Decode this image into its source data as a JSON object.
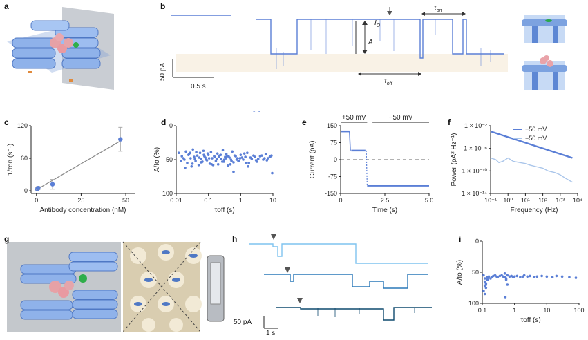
{
  "panels": {
    "a": {
      "label": "a"
    },
    "b": {
      "label": "b",
      "annot_io": "I",
      "annot_io_sub": "O",
      "annot_a": "A",
      "annot_ton": "τ",
      "annot_ton_sub": "on",
      "annot_toff": "τ",
      "annot_toff_sub": "off",
      "scale_current": "50 pA",
      "scale_time": "0.5 s"
    },
    "c": {
      "label": "c",
      "xlabel": "Antibody concentration (nM)",
      "ylabel": "1/τon (s⁻¹)"
    },
    "d": {
      "label": "d",
      "xlabel": "τoff (s)",
      "ylabel": "A/Io (%)"
    },
    "e": {
      "label": "e",
      "xlabel": "Time (s)",
      "ylabel": "Current (pA)",
      "seg1": "+50 mV",
      "seg2": "−50 mV"
    },
    "f": {
      "label": "f",
      "xlabel": "Frequency (Hz)",
      "ylabel": "Power (pA² Hz⁻¹)"
    },
    "g": {
      "label": "g"
    },
    "h": {
      "label": "h",
      "scale_current": "50 pA",
      "scale_time": "1 s"
    },
    "i": {
      "label": "i",
      "xlabel": "τoff (s)",
      "ylabel": "A/Io (%)"
    }
  },
  "chart_data": [
    {
      "id": "c",
      "type": "scatter",
      "x": [
        0.5,
        1,
        9,
        47
      ],
      "y": [
        3,
        5,
        12,
        95
      ],
      "yerr": [
        3,
        3,
        9,
        22
      ],
      "fit": {
        "x": [
          0,
          47
        ],
        "y": [
          2,
          92
        ]
      },
      "xticks": [
        0,
        25,
        50
      ],
      "yticks": [
        0,
        60,
        120
      ],
      "xlim": [
        -3,
        55
      ],
      "ylim": [
        -5,
        120
      ],
      "xlabel": "Antibody concentration (nM)",
      "ylabel": "1/τon (s⁻¹)"
    },
    {
      "id": "d",
      "type": "scatter",
      "xscale": "log",
      "xlim": [
        0.01,
        10
      ],
      "ylim": [
        0,
        100
      ],
      "y_inverted": true,
      "xticks": [
        0.01,
        0.1,
        1,
        10
      ],
      "xtick_labels": [
        "0.01",
        "0.1",
        "1",
        "10"
      ],
      "yticks": [
        0,
        50,
        100
      ],
      "xlabel": "τoff (s)",
      "ylabel": "A/Io (%)",
      "x": [
        0.012,
        0.015,
        0.018,
        0.02,
        0.022,
        0.025,
        0.028,
        0.03,
        0.033,
        0.036,
        0.04,
        0.045,
        0.05,
        0.055,
        0.06,
        0.065,
        0.07,
        0.08,
        0.09,
        0.1,
        0.11,
        0.12,
        0.13,
        0.15,
        0.17,
        0.19,
        0.2,
        0.22,
        0.25,
        0.28,
        0.3,
        0.33,
        0.36,
        0.4,
        0.45,
        0.5,
        0.55,
        0.6,
        0.7,
        0.8,
        0.9,
        1.0,
        1.2,
        1.4,
        1.6,
        1.8,
        2.0,
        2.5,
        3.0,
        3.5,
        4.0,
        5.0,
        6.0,
        7.0,
        8.0,
        9.0,
        0.014,
        0.017,
        0.024,
        0.032,
        0.042,
        0.052,
        0.062,
        0.075,
        0.085,
        0.095,
        0.14,
        0.16,
        0.18,
        0.24,
        0.27,
        0.35,
        0.42,
        0.48,
        0.65,
        0.75,
        0.85,
        1.1,
        1.3,
        1.5,
        2.2,
        2.8,
        3.2,
        4.5,
        5.5,
        6.5,
        8.5,
        0.019,
        0.027,
        0.038,
        0.058,
        0.072,
        0.105,
        0.125,
        0.21,
        0.31,
        0.38,
        0.52,
        0.95,
        1.7,
        2.6,
        3.8
      ],
      "y": [
        40,
        45,
        50,
        38,
        55,
        42,
        48,
        60,
        35,
        46,
        52,
        44,
        58,
        40,
        49,
        53,
        37,
        47,
        51,
        43,
        56,
        39,
        48,
        45,
        52,
        41,
        57,
        44,
        49,
        36,
        53,
        46,
        42,
        59,
        47,
        50,
        38,
        54,
        45,
        48,
        52,
        43,
        50,
        46,
        40,
        55,
        47,
        44,
        51,
        49,
        45,
        50,
        42,
        48,
        46,
        44,
        52,
        48,
        43,
        56,
        39,
        47,
        54,
        45,
        50,
        41,
        58,
        46,
        49,
        43,
        53,
        48,
        45,
        57,
        44,
        50,
        52,
        47,
        41,
        55,
        49,
        46,
        53,
        44,
        48,
        51,
        45,
        62,
        40,
        49,
        54,
        43,
        48,
        57,
        46,
        50,
        45,
        52,
        48,
        60
      ],
      "outliers": [
        {
          "x": 9.5,
          "y": 70
        },
        {
          "x": 0.6,
          "y": 68
        }
      ]
    },
    {
      "id": "e",
      "type": "line",
      "xlim": [
        0,
        5
      ],
      "ylim": [
        -150,
        150
      ],
      "xticks": [
        0,
        2.5,
        5.0
      ],
      "xtick_labels": [
        "0",
        "2.5",
        "5.0"
      ],
      "yticks": [
        -150,
        -75,
        0,
        75,
        150
      ],
      "xlabel": "Time (s)",
      "ylabel": "Current (pA)",
      "segments": [
        {
          "x": [
            0.0,
            0.5
          ],
          "y": [
            125,
            125
          ]
        },
        {
          "x": [
            0.6,
            1.4
          ],
          "y": [
            40,
            40
          ]
        },
        {
          "x": [
            1.5,
            5.0
          ],
          "y": [
            -115,
            -115
          ]
        }
      ],
      "zero_line_dashed": true
    },
    {
      "id": "f",
      "type": "line",
      "xscale": "log",
      "yscale": "log",
      "xlim": [
        0.1,
        10000
      ],
      "ylim": [
        1e-14,
        0.01
      ],
      "xticks": [
        0.1,
        1,
        10,
        100,
        1000,
        10000
      ],
      "xtick_labels": [
        "10⁻¹",
        "10⁰",
        "10¹",
        "10²",
        "10³",
        "10⁴"
      ],
      "yticks": [
        1e-14,
        1e-10,
        1e-06,
        0.01
      ],
      "ytick_labels": [
        "1 × 10⁻¹⁴",
        "1 × 10⁻¹⁰",
        "1 × 10⁻⁶",
        "1 × 10⁻²"
      ],
      "xlabel": "Frequency (Hz)",
      "ylabel": "Power (pA² Hz⁻¹)",
      "series": [
        {
          "name": "+50 mV",
          "color": "#5b7fd6",
          "x": [
            0.1,
            0.2,
            0.5,
            1,
            2,
            5,
            10,
            20,
            50,
            100,
            200,
            500,
            1000,
            2000,
            5000
          ],
          "y": [
            0.001,
            0.0005,
            0.0002,
            0.0001,
            5e-05,
            2e-05,
            1e-05,
            5e-06,
            2e-06,
            1e-06,
            5e-07,
            2e-07,
            1e-07,
            5e-08,
            2e-08
          ]
        },
        {
          "name": "−50 mV",
          "color": "#a9c5ea",
          "x": [
            0.1,
            0.2,
            0.3,
            0.5,
            1,
            2,
            5,
            10,
            20,
            50,
            100,
            200,
            500,
            1000,
            2000,
            5000
          ],
          "y": [
            2e-08,
            1e-08,
            3e-09,
            5e-09,
            2e-08,
            5e-09,
            3e-09,
            2e-09,
            1e-09,
            5e-10,
            3e-10,
            1e-10,
            5e-11,
            2e-11,
            5e-12,
            1e-12
          ]
        }
      ]
    },
    {
      "id": "i",
      "type": "scatter",
      "xscale": "log",
      "xlim": [
        0.1,
        100
      ],
      "ylim": [
        0,
        100
      ],
      "y_inverted": true,
      "xticks": [
        0.1,
        1,
        10,
        100
      ],
      "xtick_labels": [
        "0.1",
        "1",
        "10",
        "100"
      ],
      "yticks": [
        0,
        50,
        100
      ],
      "xlabel": "τoff (s)",
      "ylabel": "A/Io (%)",
      "x": [
        0.11,
        0.12,
        0.12,
        0.13,
        0.13,
        0.14,
        0.15,
        0.16,
        0.18,
        0.2,
        0.22,
        0.25,
        0.28,
        0.3,
        0.35,
        0.4,
        0.45,
        0.5,
        0.55,
        0.6,
        0.7,
        0.8,
        0.9,
        1.0,
        1.2,
        1.5,
        1.8,
        2.0,
        2.5,
        3.0,
        4.0,
        5.0,
        7.0,
        10,
        15,
        20,
        30,
        50,
        80,
        0.12,
        0.13,
        0.14,
        0.11,
        0.12,
        0.5,
        0.55,
        0.6,
        0.52
      ],
      "y": [
        55,
        60,
        65,
        70,
        75,
        58,
        62,
        57,
        60,
        58,
        56,
        55,
        57,
        58,
        56,
        55,
        57,
        58,
        60,
        55,
        57,
        56,
        58,
        57,
        56,
        58,
        57,
        55,
        57,
        56,
        58,
        57,
        56,
        57,
        58,
        56,
        57,
        58,
        59,
        72,
        68,
        62,
        80,
        85,
        52,
        62,
        70,
        90
      ]
    }
  ]
}
